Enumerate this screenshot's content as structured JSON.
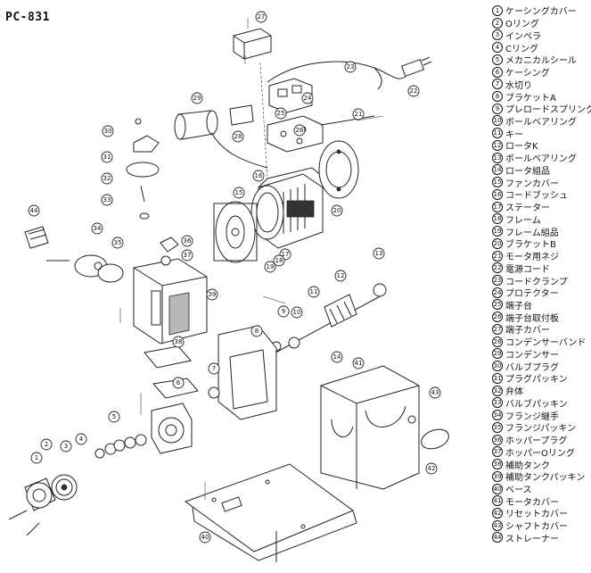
{
  "model": "PC-831",
  "parts": [
    {
      "no": "1",
      "name": "ケーシングカバー"
    },
    {
      "no": "2",
      "name": "Oリング"
    },
    {
      "no": "3",
      "name": "インペラ"
    },
    {
      "no": "4",
      "name": "Cリング"
    },
    {
      "no": "5",
      "name": "メカニカルシール"
    },
    {
      "no": "6",
      "name": "ケーシング"
    },
    {
      "no": "7",
      "name": "水切り"
    },
    {
      "no": "8",
      "name": "ブラケットA"
    },
    {
      "no": "9",
      "name": "プレロードスプリング"
    },
    {
      "no": "10",
      "name": "ボールベアリング"
    },
    {
      "no": "11",
      "name": "キー"
    },
    {
      "no": "12",
      "name": "ロータK"
    },
    {
      "no": "13",
      "name": "ボールベアリング"
    },
    {
      "no": "14",
      "name": "ロータ組品"
    },
    {
      "no": "15",
      "name": "ファンカバー"
    },
    {
      "no": "16",
      "name": "コードブッシュ"
    },
    {
      "no": "17",
      "name": "ステーター"
    },
    {
      "no": "18",
      "name": "フレーム"
    },
    {
      "no": "19",
      "name": "フレーム組品"
    },
    {
      "no": "20",
      "name": "ブラケットB"
    },
    {
      "no": "21",
      "name": "モータ用ネジ"
    },
    {
      "no": "22",
      "name": "電源コード"
    },
    {
      "no": "23",
      "name": "コードクランプ"
    },
    {
      "no": "24",
      "name": "プロテクター"
    },
    {
      "no": "25",
      "name": "端子台"
    },
    {
      "no": "26",
      "name": "端子台取付板"
    },
    {
      "no": "27",
      "name": "端子カバー"
    },
    {
      "no": "28",
      "name": "コンデンサーバンド"
    },
    {
      "no": "29",
      "name": "コンデンサー"
    },
    {
      "no": "30",
      "name": "バルブプラグ"
    },
    {
      "no": "31",
      "name": "プラグパッキン"
    },
    {
      "no": "32",
      "name": "弁体"
    },
    {
      "no": "33",
      "name": "バルブパッキン"
    },
    {
      "no": "34",
      "name": "フランジ継手"
    },
    {
      "no": "35",
      "name": "フランジパッキン"
    },
    {
      "no": "36",
      "name": "ホッパープラグ"
    },
    {
      "no": "37",
      "name": "ホッパーOリング"
    },
    {
      "no": "38",
      "name": "補助タンク"
    },
    {
      "no": "39",
      "name": "補助タンクパッキン"
    },
    {
      "no": "40",
      "name": "ベース"
    },
    {
      "no": "41",
      "name": "モータカバー"
    },
    {
      "no": "42",
      "name": "リセットカバー"
    },
    {
      "no": "43",
      "name": "シャフトカバー"
    },
    {
      "no": "44",
      "name": "ストレーナー"
    }
  ],
  "callouts": [
    "1",
    "2",
    "3",
    "4",
    "5",
    "6",
    "7",
    "8",
    "9",
    "10",
    "11",
    "12",
    "13",
    "14",
    "15",
    "16",
    "17",
    "18",
    "19",
    "20",
    "21",
    "22",
    "23",
    "24",
    "25",
    "26",
    "27",
    "28",
    "29",
    "30",
    "31",
    "32",
    "33",
    "34",
    "35",
    "36",
    "37",
    "38",
    "39",
    "40",
    "41",
    "42",
    "43",
    "44"
  ]
}
